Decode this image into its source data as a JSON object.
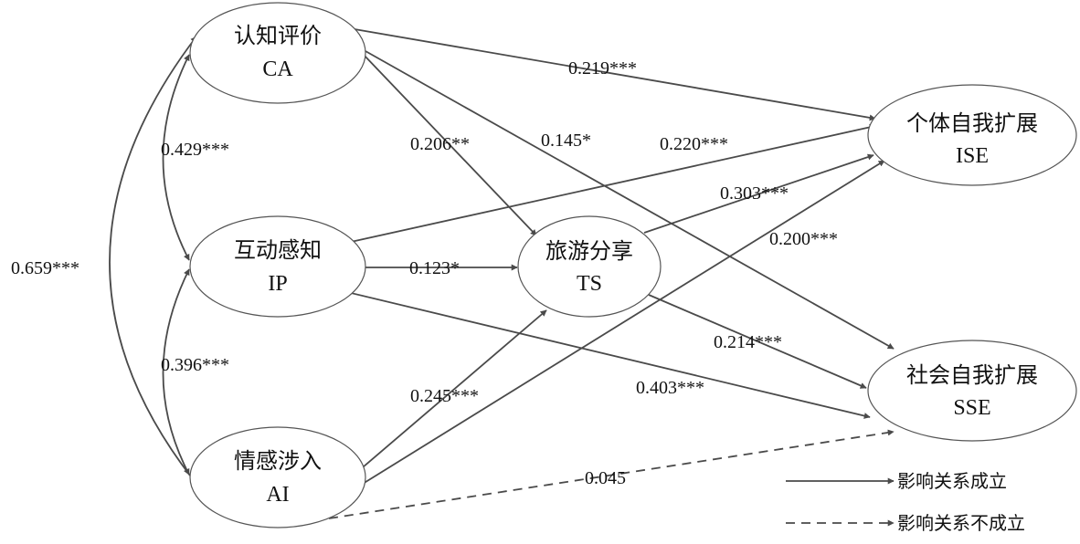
{
  "nodes": [
    {
      "id": "CA",
      "name_cn": "认知评价",
      "name_en": "CA"
    },
    {
      "id": "IP",
      "name_cn": "互动感知",
      "name_en": "IP"
    },
    {
      "id": "AI",
      "name_cn": "情感涉入",
      "name_en": "AI"
    },
    {
      "id": "TS",
      "name_cn": "旅游分享",
      "name_en": "TS"
    },
    {
      "id": "ISE",
      "name_cn": "个体自我扩展",
      "name_en": "ISE"
    },
    {
      "id": "SSE",
      "name_cn": "社会自我扩展",
      "name_en": "SSE"
    }
  ],
  "edges": [
    {
      "id": "ca-ip",
      "from": "CA",
      "to": "IP",
      "label": "0.429***",
      "style": "solid",
      "kind": "correlation"
    },
    {
      "id": "ip-ai",
      "from": "IP",
      "to": "AI",
      "label": "0.396***",
      "style": "solid",
      "kind": "correlation"
    },
    {
      "id": "ca-ai",
      "from": "CA",
      "to": "AI",
      "label": "0.659***",
      "style": "solid",
      "kind": "correlation"
    },
    {
      "id": "ca-ise",
      "from": "CA",
      "to": "ISE",
      "label": "0.219***",
      "style": "solid",
      "kind": "path"
    },
    {
      "id": "ca-ts",
      "from": "CA",
      "to": "TS",
      "label": "0.206**",
      "style": "solid",
      "kind": "path"
    },
    {
      "id": "ca-sse",
      "from": "CA",
      "to": "SSE",
      "label": "0.145*",
      "style": "solid",
      "kind": "path"
    },
    {
      "id": "ip-ise",
      "from": "IP",
      "to": "ISE",
      "label": "0.220***",
      "style": "solid",
      "kind": "path"
    },
    {
      "id": "ip-ts",
      "from": "IP",
      "to": "TS",
      "label": "0.123*",
      "style": "solid",
      "kind": "path"
    },
    {
      "id": "ip-sse",
      "from": "IP",
      "to": "SSE",
      "label": "0.403***",
      "style": "solid",
      "kind": "path"
    },
    {
      "id": "ts-ise",
      "from": "TS",
      "to": "ISE",
      "label": "0.303***",
      "style": "solid",
      "kind": "path"
    },
    {
      "id": "ts-sse",
      "from": "TS",
      "to": "SSE",
      "label": "0.214***",
      "style": "solid",
      "kind": "path"
    },
    {
      "id": "ai-ts",
      "from": "AI",
      "to": "TS",
      "label": "0.245***",
      "style": "solid",
      "kind": "path"
    },
    {
      "id": "ai-ise",
      "from": "AI",
      "to": "ISE",
      "label": "0.200***",
      "style": "solid",
      "kind": "path"
    },
    {
      "id": "ai-sse",
      "from": "AI",
      "to": "SSE",
      "label": "0.045",
      "style": "dashed",
      "kind": "path"
    }
  ],
  "legend": {
    "solid_label": "影响关系成立",
    "dashed_label": "影响关系不成立"
  },
  "colors": {
    "line": "#4a4a4a",
    "node_border": "#555555",
    "text": "#111111"
  }
}
